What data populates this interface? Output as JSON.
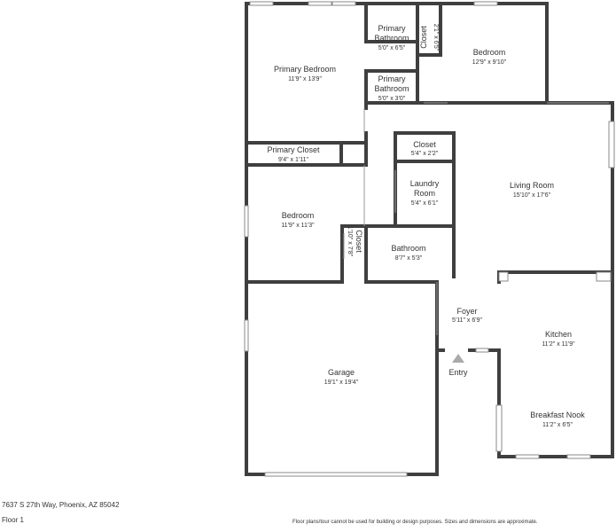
{
  "rooms": {
    "primary_bedroom": {
      "name": "Primary Bedroom",
      "dims": "11'9\" x 13'9\""
    },
    "primary_bathroom_top": {
      "name": [
        "Primary",
        "Bathroom"
      ],
      "dims": "5'0\" x 6'5\""
    },
    "closet_top": {
      "name": "Closet",
      "dims": "2'1\" x 6'5\""
    },
    "bedroom_top": {
      "name": "Bedroom",
      "dims": "12'9\" x 9'10\""
    },
    "primary_bathroom_mid": {
      "name": [
        "Primary",
        "Bathroom"
      ],
      "dims": "5'0\" x 3'0\""
    },
    "primary_closet": {
      "name": "Primary Closet",
      "dims": "9'4\" x 1'11\""
    },
    "closet_mid": {
      "name": "Closet",
      "dims": "5'4\" x 2'2\""
    },
    "laundry_room": {
      "name": [
        "Laundry",
        "Room"
      ],
      "dims": "5'4\" x 6'1\""
    },
    "living_room": {
      "name": "Living Room",
      "dims": "15'10\" x 17'6\""
    },
    "bedroom_mid": {
      "name": "Bedroom",
      "dims": "11'9\" x 11'3\""
    },
    "closet_vertical": {
      "name": "Closet",
      "dims": "1'10\" x 7'8\""
    },
    "bathroom": {
      "name": "Bathroom",
      "dims": "8'7\" x 5'3\""
    },
    "foyer": {
      "name": "Foyer",
      "dims": "5'11\" x 6'9\""
    },
    "kitchen": {
      "name": "Kitchen",
      "dims": "11'2\" x 11'9\""
    },
    "garage": {
      "name": "Garage",
      "dims": "19'1\" x 19'4\""
    },
    "breakfast_nook": {
      "name": "Breakfast Nook",
      "dims": "11'2\" x 6'5\""
    }
  },
  "entry_label": "Entry",
  "footer": {
    "address": "7637 S 27th Way, Phoenix, AZ 85042",
    "floor": "Floor 1",
    "disclaimer": "Floor plans/tour cannot be used for building or design purposes. Sizes and dimensions are approximate."
  },
  "colors": {
    "wall": "#3f3f3f",
    "text": "#333333",
    "background": "#ffffff"
  }
}
